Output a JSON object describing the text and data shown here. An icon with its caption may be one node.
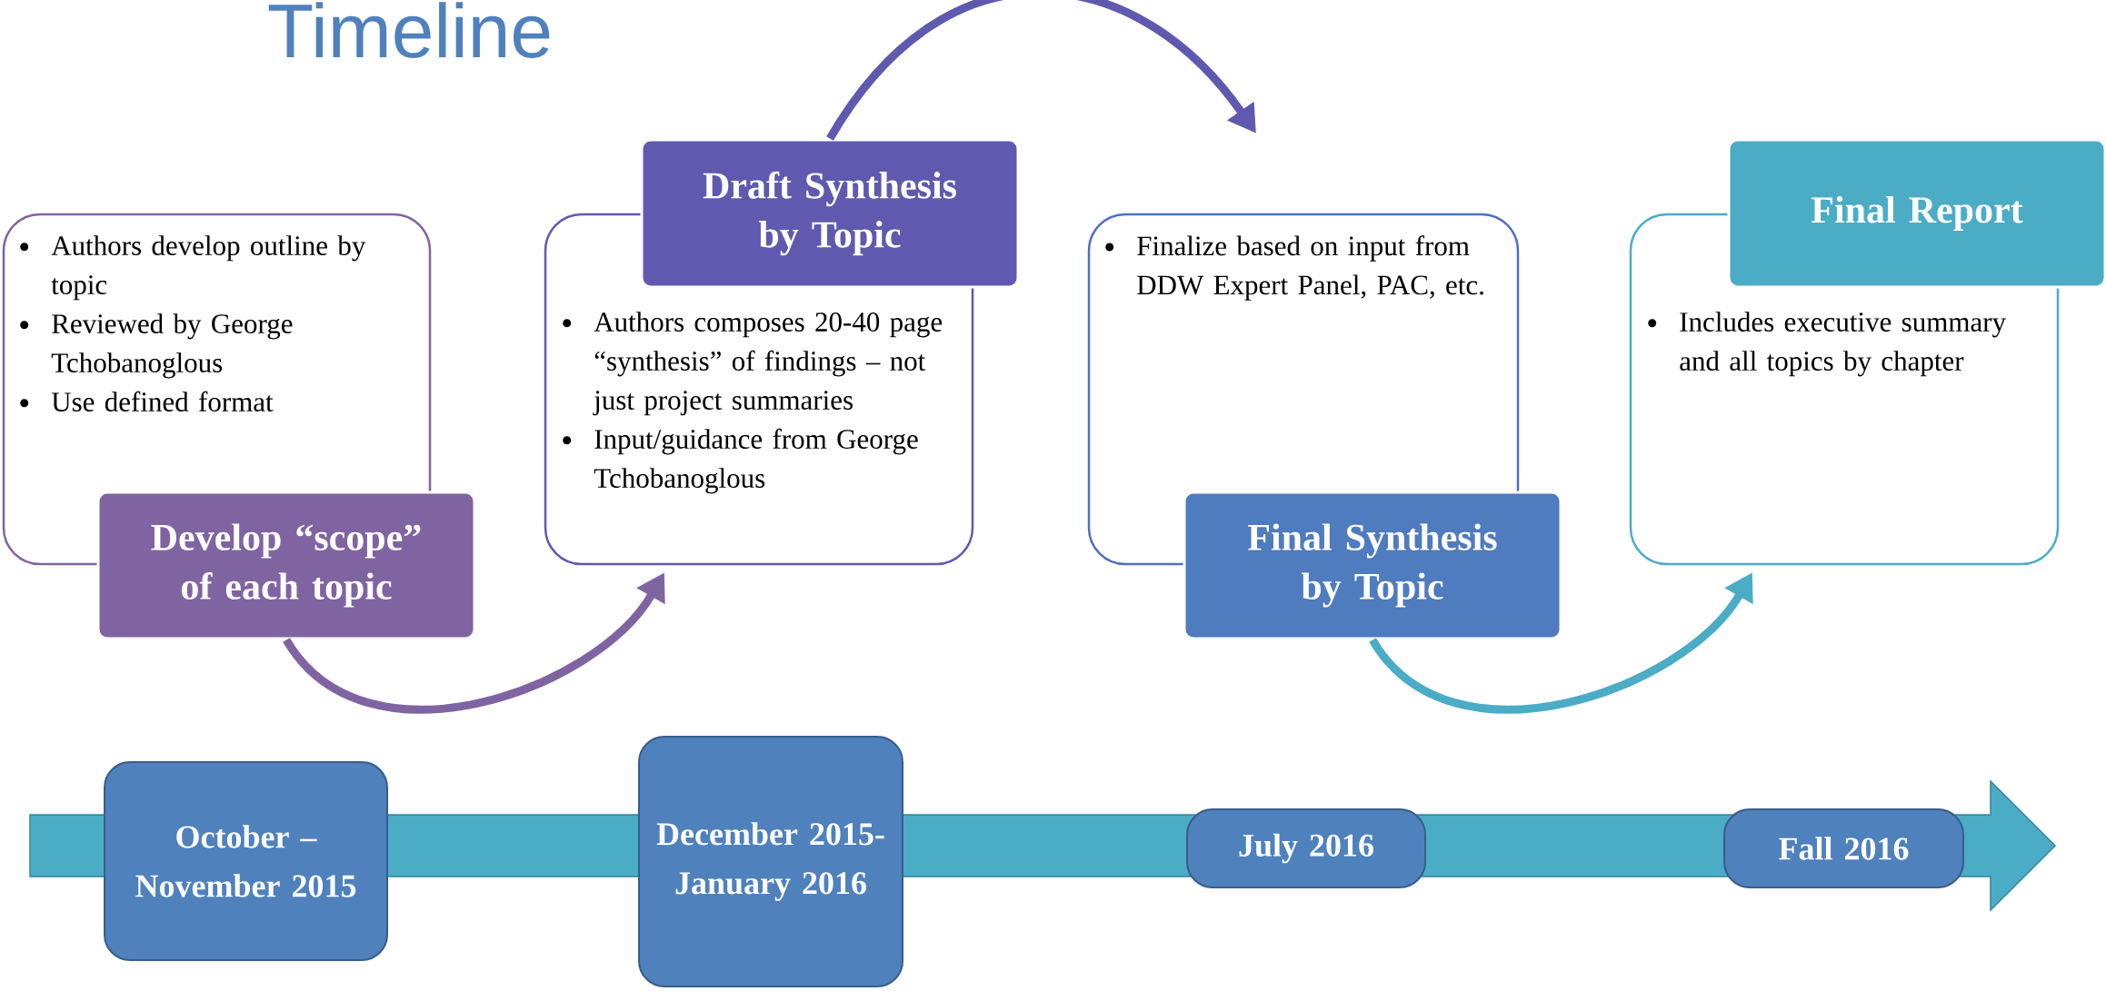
{
  "diagram": {
    "title": "Timeline",
    "nodes": [
      {
        "text": [
          "Authors develop outline by topic",
          "Reviewed by George Tchobanoglous",
          "Use defined format"
        ]
      },
      {
        "text": [
          "Develop “scope” of each topic"
        ]
      },
      {
        "text": [
          "Authors composes 20-40 page “synthesis” of findings – not just project summaries",
          "Input/guidance from George Tchobanoglous"
        ]
      },
      {
        "text": [
          "Draft Synthesis by Topic"
        ]
      },
      {
        "text": [
          "Finalize based on input from DDW Expert Panel, PAC, etc."
        ]
      },
      {
        "text": [
          "Final Synthesis by Topic"
        ]
      },
      {
        "text": [
          "Includes executive summary and all topics by chapter"
        ]
      },
      {
        "text": [
          "Final Report"
        ]
      },
      {
        "text": [
          "October – November 2015"
        ]
      },
      {
        "text": [
          "December 2015- January 2016"
        ]
      },
      {
        "text": [
          "July 2016"
        ]
      },
      {
        "text": [
          "Fall 2016"
        ]
      }
    ],
    "edges": [
      {
        "from": 1,
        "to": 2,
        "arrow": "to",
        "color": "#8064a2"
      },
      {
        "from": 3,
        "to": 4,
        "arrow": "to",
        "color": "#5f5aaf"
      },
      {
        "from": 5,
        "to": 6,
        "arrow": "to",
        "color": "#4bacc6"
      }
    ]
  }
}
